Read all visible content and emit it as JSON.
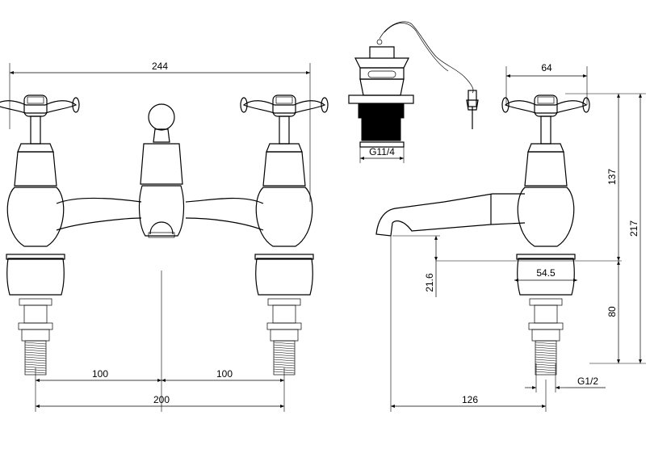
{
  "dimensions": {
    "overall_width": "244",
    "tap_centres_left": "100",
    "tap_centres_right": "100",
    "tap_centres_total": "200",
    "handle_width": "64",
    "spout_to_top": "137",
    "overall_height": "217",
    "spout_height": "21.6",
    "base_diameter": "54.5",
    "shank_length": "80",
    "spout_projection": "126",
    "tap_thread": "G1/2",
    "waste_thread": "G11/4"
  }
}
